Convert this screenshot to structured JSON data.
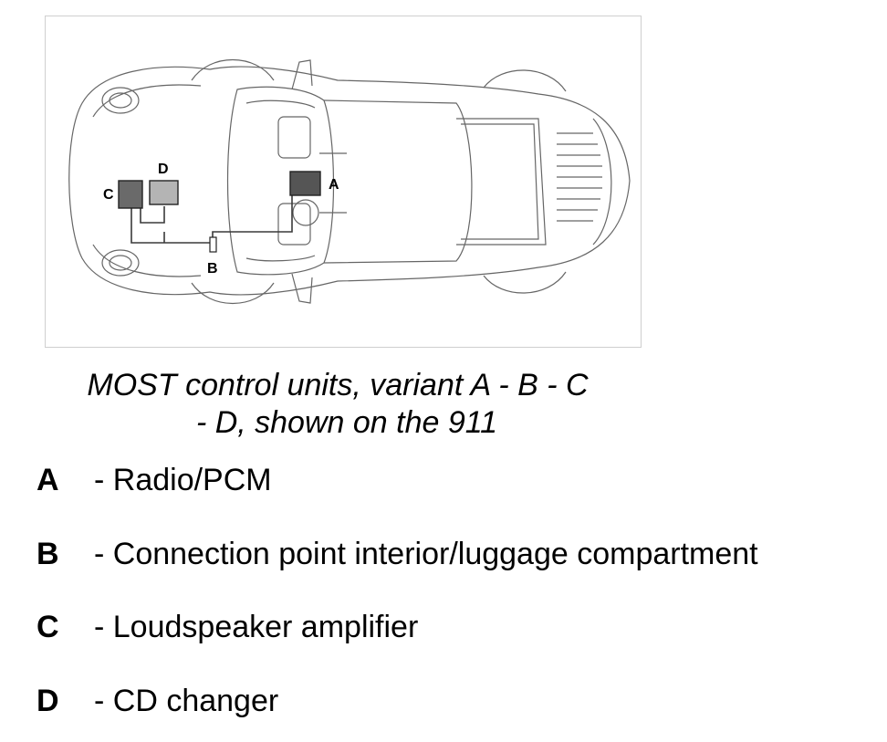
{
  "figure": {
    "labels": {
      "a": "A",
      "b": "B",
      "c": "C",
      "d": "D"
    },
    "colors": {
      "unit_a": "#555555",
      "unit_c": "#6a6a6a",
      "unit_d": "#b4b4b4",
      "line": "#3a3a3a"
    }
  },
  "caption": {
    "line1": "MOST control units, variant A - B - C",
    "line2": "- D, shown on the 911"
  },
  "legend": [
    {
      "key": "A",
      "text": "- Radio/PCM"
    },
    {
      "key": "B",
      "text": "- Connection point interior/luggage compartment"
    },
    {
      "key": "C",
      "text": "- Loudspeaker amplifier"
    },
    {
      "key": "D",
      "text": "- CD changer"
    }
  ]
}
